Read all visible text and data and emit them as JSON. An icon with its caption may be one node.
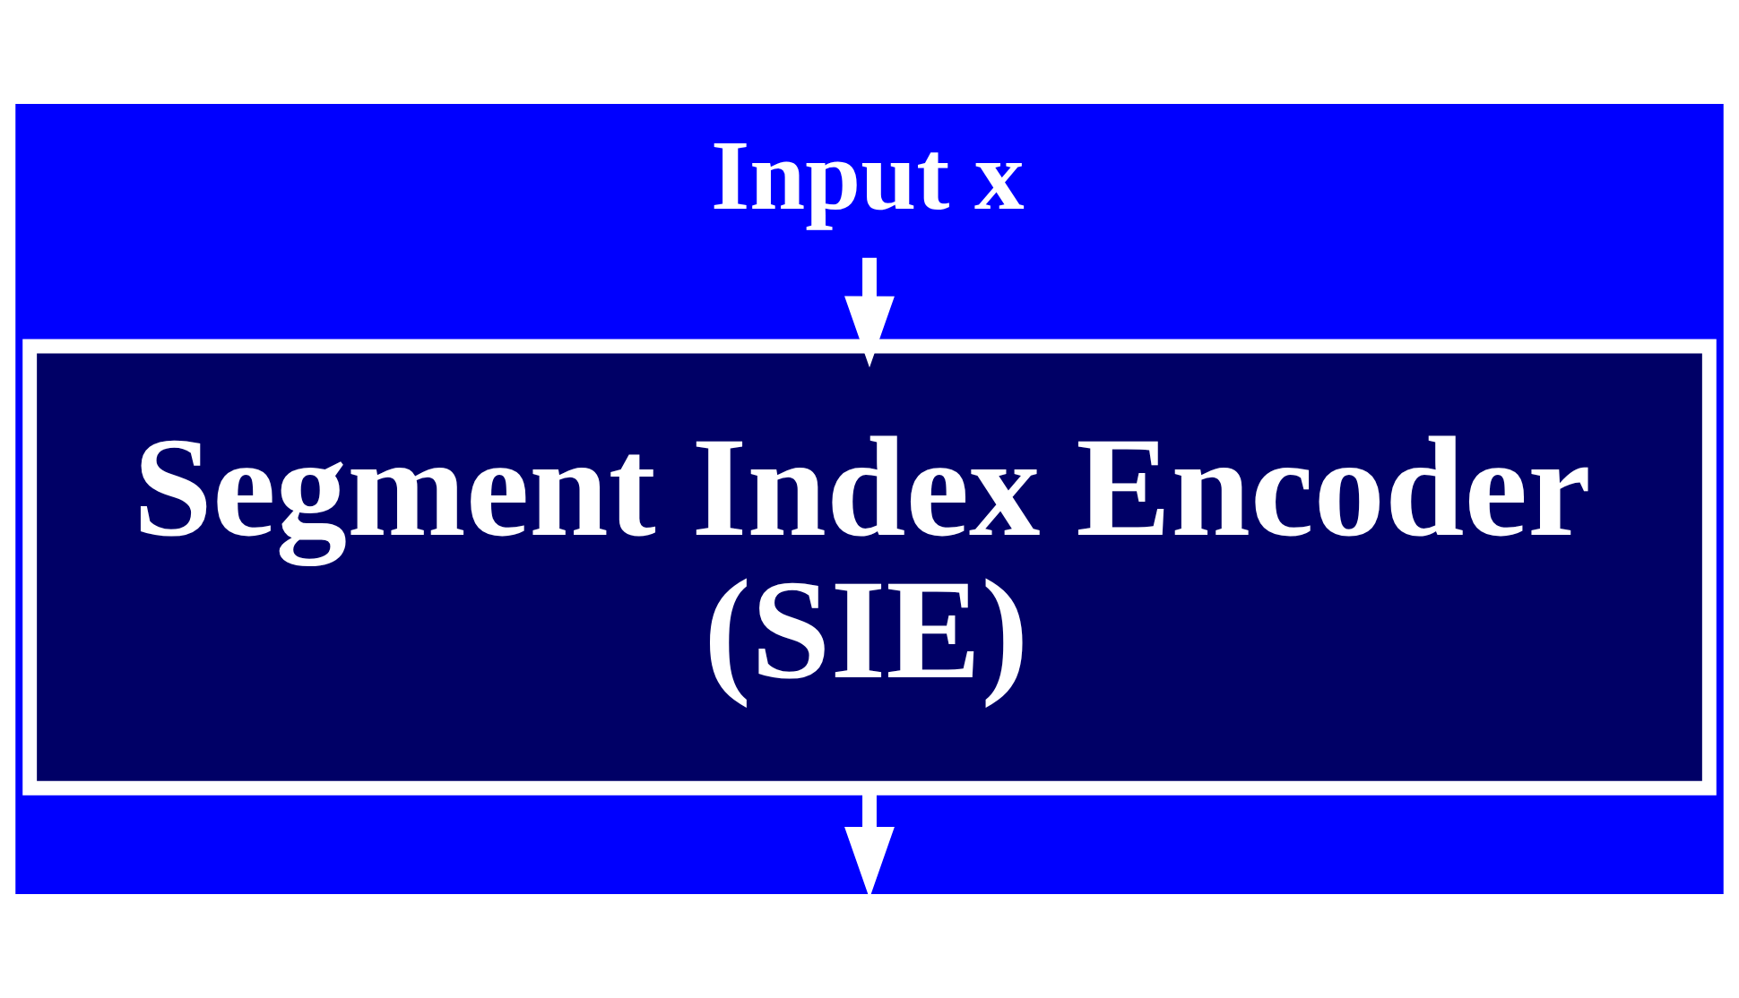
{
  "diagram": {
    "nodes": [
      {
        "text": [
          "Input x"
        ]
      },
      {
        "text": [
          "Segment Index Encoder (SIE)"
        ]
      }
    ],
    "edges": [
      {
        "from": 0,
        "to": 1,
        "arrow": "to"
      },
      {
        "from": 1,
        "to": null,
        "arrow": "to"
      }
    ]
  }
}
